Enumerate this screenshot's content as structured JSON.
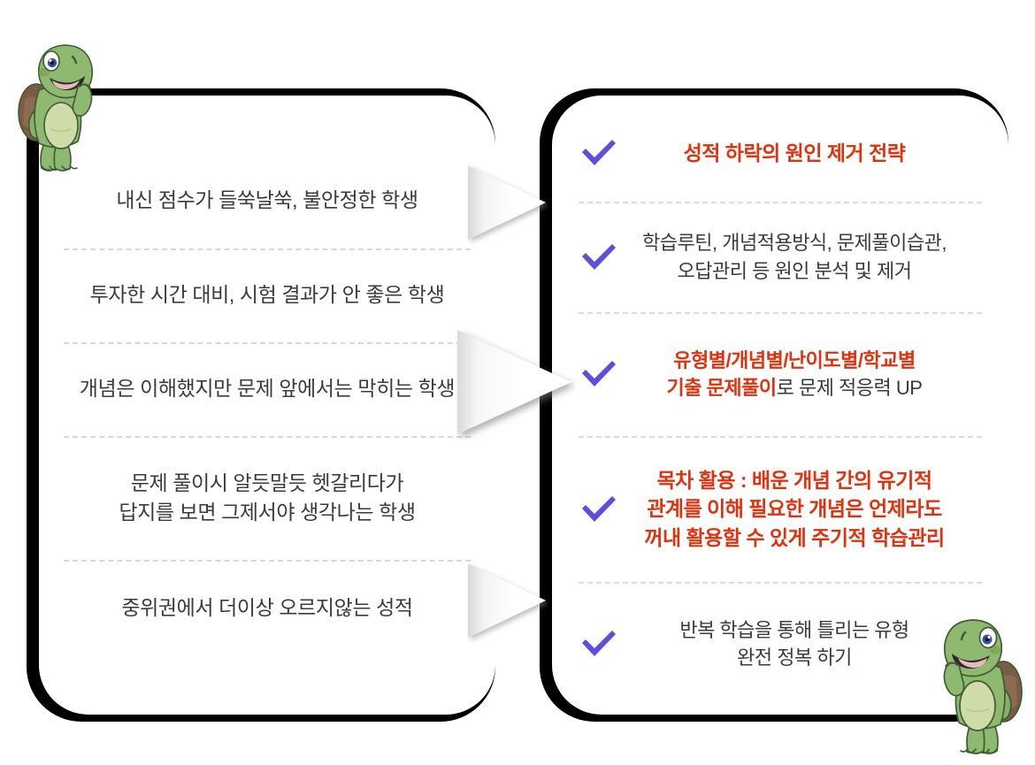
{
  "left_panel": {
    "items": [
      {
        "lines": [
          "내신 점수가 들쑥날쑥, 불안정한 학생"
        ]
      },
      {
        "lines": [
          "투자한 시간 대비, 시험 결과가 안 좋은 학생"
        ]
      },
      {
        "lines": [
          "개념은 이해했지만 문제 앞에서는 막히는 학생"
        ]
      },
      {
        "lines": [
          "문제 풀이시 알듯말듯 헷갈리다가",
          "답지를 보면 그제서야 생각나는 학생"
        ]
      },
      {
        "lines": [
          "중위권에서 더이상 오르지않는 성적"
        ]
      }
    ]
  },
  "right_panel": {
    "items": [
      {
        "icon": "check-icon",
        "emphasis": "all-red",
        "lines": [
          "성적 하락의 원인 제거 전략"
        ]
      },
      {
        "icon": "check-icon",
        "emphasis": "none",
        "lines": [
          "학습루틴, 개념적용방식, 문제풀이습관,",
          "오답관리 등 원인 분석 및 제거"
        ]
      },
      {
        "icon": "check-icon",
        "emphasis": "mixed",
        "lines": [
          "유형별/개념별/난이도별/학교별",
          "기출 문제풀이로 문제 적응력 UP"
        ],
        "red_part": "기출 문제풀이",
        "dark_part": "로 문제 적응력 UP"
      },
      {
        "icon": "check-icon",
        "emphasis": "all-red",
        "lines": [
          "목차 활용 : 배운 개념 간의 유기적",
          "관계를 이해 필요한 개념은 언제라도",
          "꺼내 활용할 수 있게 주기적 학습관리"
        ]
      },
      {
        "icon": "check-icon",
        "emphasis": "none",
        "lines": [
          "반복 학습을 통해 틀리는 유형",
          "완전 정복 하기"
        ]
      }
    ]
  },
  "decorations": {
    "arrows": [
      {
        "name": "arrow-top",
        "direction": "right"
      },
      {
        "name": "arrow-mid",
        "direction": "right"
      },
      {
        "name": "arrow-bottom",
        "direction": "right"
      }
    ],
    "mascots": [
      {
        "name": "turtle-mascot-top-left",
        "position": "top-left"
      },
      {
        "name": "turtle-mascot-bottom-right",
        "position": "bottom-right"
      }
    ]
  },
  "colors": {
    "frame": "#000000",
    "panel_bg": "#ffffff",
    "body_text": "#3b3b3b",
    "accent_red": "#e2310d",
    "check_purple": "#5b4fdb",
    "divider": "#dcdcdc",
    "turtle_body": "#8cb96b",
    "turtle_shell": "#7b5a46"
  }
}
